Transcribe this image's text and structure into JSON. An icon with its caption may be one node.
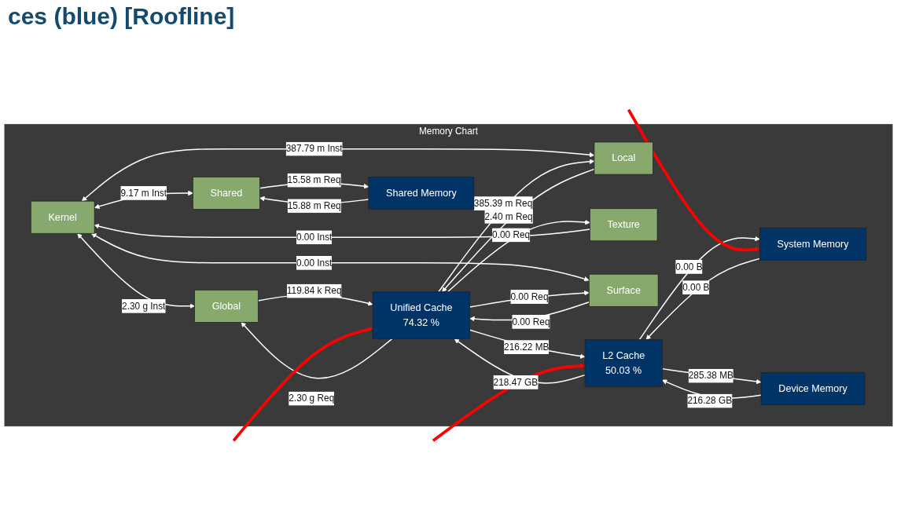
{
  "diagram": {
    "title": "ces (blue)  [Roofline]",
    "nodes": [
      {
        "text": [
          "Memory Chart"
        ]
      },
      {
        "text": [
          "Kernel"
        ],
        "in": 0
      },
      {
        "text": [
          "Global"
        ],
        "in": 0
      },
      {
        "text": [
          "Local"
        ],
        "in": 0
      },
      {
        "text": [
          "Texture"
        ],
        "in": 0
      },
      {
        "text": [
          "Surface"
        ],
        "in": 0
      },
      {
        "text": [
          "Shared"
        ],
        "in": 0
      },
      {
        "text": [
          "Unified Cache",
          "74.32 %"
        ],
        "in": 0
      },
      {
        "text": [
          "Shared Memory"
        ],
        "in": 0
      },
      {
        "text": [
          "L2 Cache",
          "50.03 %"
        ],
        "in": 0
      },
      {
        "text": [
          "System Memory"
        ],
        "in": 0
      },
      {
        "text": [
          "Device Memory"
        ],
        "in": 0
      }
    ],
    "edges": [
      {
        "from": 1,
        "to": 2,
        "arrow": "both",
        "label": "2.30 g Inst"
      },
      {
        "from": 1,
        "to": 3,
        "arrow": "both",
        "label": "387.79 m Inst"
      },
      {
        "from": 4,
        "to": 1,
        "arrow": "to",
        "label": "0.00 Inst"
      },
      {
        "from": 1,
        "to": 5,
        "arrow": "both",
        "label": "0.00 Inst"
      },
      {
        "from": 1,
        "to": 6,
        "arrow": "both",
        "label": "9.17 m Inst"
      },
      {
        "from": 7,
        "to": 2,
        "arrow": "to",
        "label": "2.30 g Req"
      },
      {
        "from": 2,
        "to": 7,
        "arrow": "to",
        "label": "119.84 k Req"
      },
      {
        "from": 7,
        "to": 3,
        "arrow": "to",
        "label": "385.39 m Req"
      },
      {
        "from": 3,
        "to": 7,
        "arrow": "to",
        "label": "2.40 m Req"
      },
      {
        "from": 7,
        "to": 4,
        "arrow": "to",
        "label": "0.00 Req"
      },
      {
        "from": 7,
        "to": 5,
        "arrow": "to",
        "label": "0.00 Req"
      },
      {
        "from": 5,
        "to": 7,
        "arrow": "to",
        "label": "0.00 Req"
      },
      {
        "from": 8,
        "to": 6,
        "arrow": "to",
        "label": "15.88 m Req"
      },
      {
        "from": 6,
        "to": 8,
        "arrow": "to",
        "label": "15.58 m Req"
      },
      {
        "from": 9,
        "to": 7,
        "arrow": "to",
        "label": "218.47 GB"
      },
      {
        "from": 7,
        "to": 9,
        "arrow": "to",
        "label": "216.22 MB"
      },
      {
        "from": 10,
        "to": 9,
        "arrow": "to",
        "label": "0.00 B"
      },
      {
        "from": 9,
        "to": 10,
        "arrow": "to",
        "label": "0.00 B"
      },
      {
        "from": 11,
        "to": 9,
        "arrow": "to",
        "label": "216.28 GB"
      },
      {
        "from": 9,
        "to": 11,
        "arrow": "to",
        "label": "285.38 MB"
      },
      {
        "from": null,
        "to": 7,
        "arrow": "to",
        "style": "thick",
        "color": "#ff0000"
      },
      {
        "from": null,
        "to": 9,
        "arrow": "to",
        "style": "thick",
        "color": "#ff0000"
      },
      {
        "from": null,
        "to": 10,
        "arrow": "to",
        "style": "thick",
        "color": "#ff0000"
      }
    ]
  }
}
